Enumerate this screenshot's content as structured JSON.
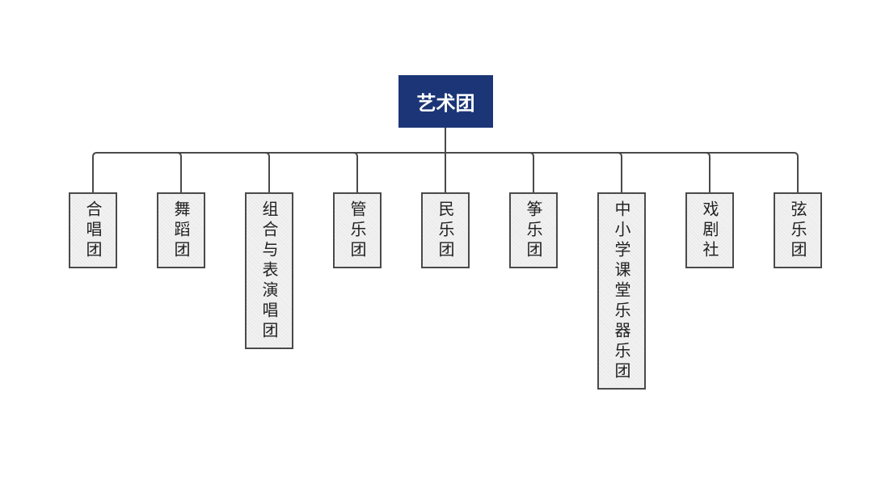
{
  "root": {
    "label": "艺术团"
  },
  "children": [
    {
      "id": "choir",
      "label": "合唱团"
    },
    {
      "id": "dance",
      "label": "舞蹈团"
    },
    {
      "id": "ensemble",
      "label": "组合与表演唱团"
    },
    {
      "id": "wind",
      "label": "管乐团"
    },
    {
      "id": "folk",
      "label": "民乐团"
    },
    {
      "id": "zheng",
      "label": "筝乐团"
    },
    {
      "id": "classroom",
      "label": "中小学课堂乐器乐团"
    },
    {
      "id": "drama",
      "label": "戏剧社"
    },
    {
      "id": "strings",
      "label": "弦乐团"
    }
  ],
  "colors": {
    "root_bg": "#1b3577",
    "root_text": "#ffffff",
    "connector": "#4a4a4a",
    "child_border": "#4a4a4a",
    "child_bg": "#f2f2f2"
  }
}
